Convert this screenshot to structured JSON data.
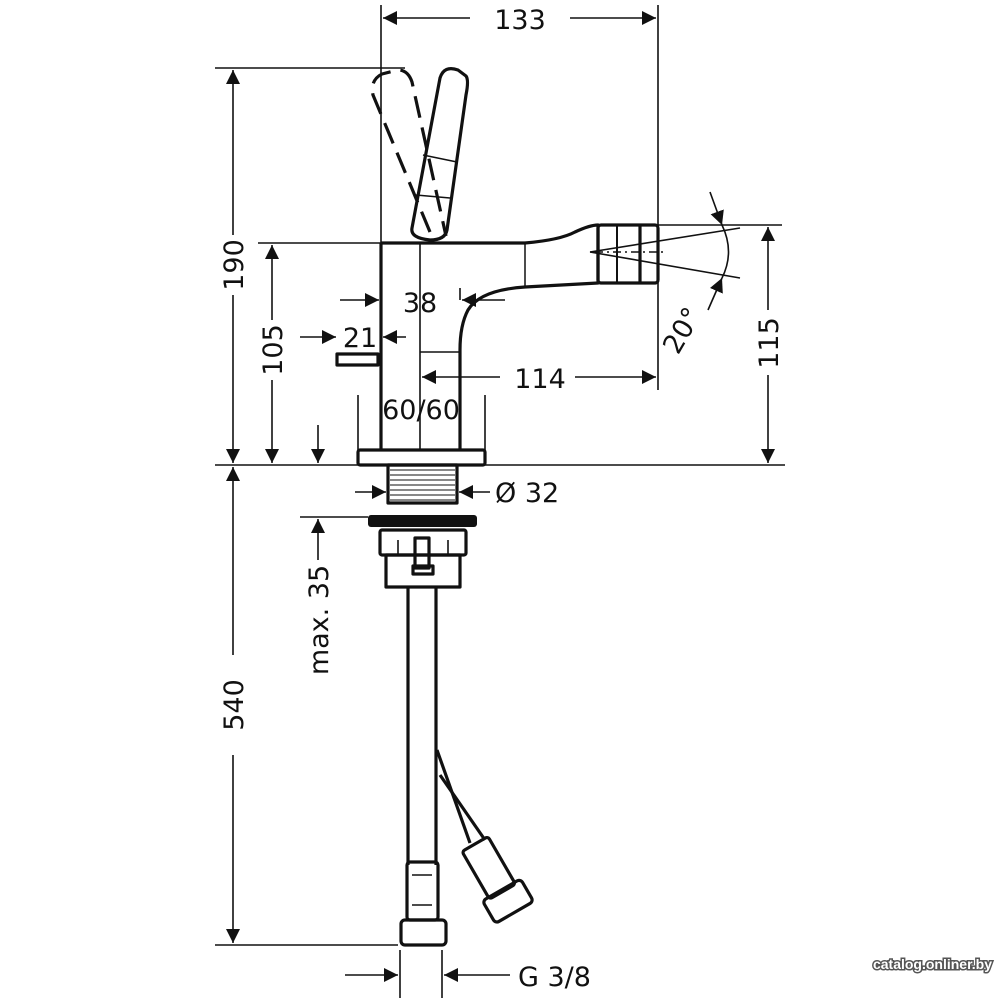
{
  "dimensions": {
    "width_top": "133",
    "height_total": "190",
    "height_body": "105",
    "lever_offset": "38",
    "drain_offset": "21",
    "body_width": "60/60",
    "spout_reach": "114",
    "spray_angle": "20°",
    "spout_height": "115",
    "thread_diameter": "Ø 32",
    "max_thickness": "max. 35",
    "hose_length": "540",
    "connection": "G 3/8"
  },
  "watermark": "catalog.onliner.by"
}
